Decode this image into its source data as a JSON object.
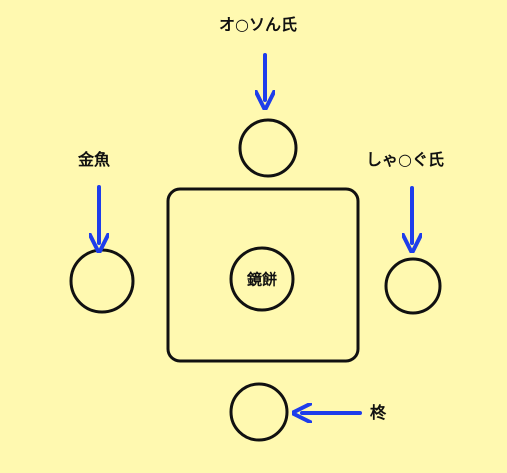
{
  "colors": {
    "background": "#FFF9B0",
    "outline": "#111111",
    "arrow": "#1E3DEB"
  },
  "labels": {
    "top_seat": "オ○ソん氏",
    "left_seat": "金魚",
    "right_seat": "しゃ○ぐ氏",
    "bottom_seat": "柊",
    "table_center": "鏡餅"
  }
}
